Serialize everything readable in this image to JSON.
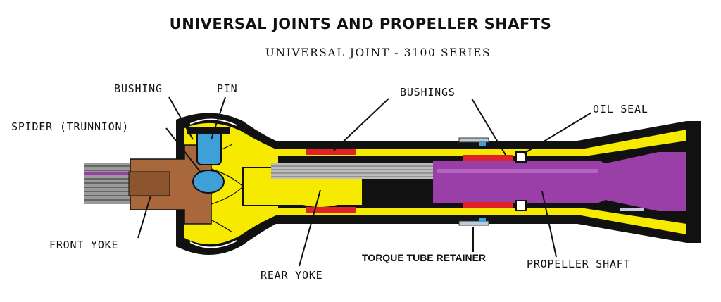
{
  "title": "UNIVERSAL JOINTS AND PROPELLER SHAFTS",
  "subtitle": "UNIVERSAL JOINT - 3100 SERIES",
  "labels": {
    "bushing": "BUSHING",
    "pin": "PIN",
    "spider": "SPIDER (TRUNNION)",
    "bushings": "BUSHINGS",
    "oil_seal": "OIL SEAL",
    "front_yoke": "FRONT YOKE",
    "rear_yoke": "REAR YOKE",
    "torque_tube_retainer": "TORQUE TUBE RETAINER",
    "propeller_shaft": "PROPELLER SHAFT"
  },
  "colors": {
    "housing": "#111111",
    "grease": "#f5ea00",
    "bushing": "#e0222a",
    "shaft": "#9b3fa8",
    "yoke": "#a8683c",
    "pin": "#3fa0d8"
  }
}
